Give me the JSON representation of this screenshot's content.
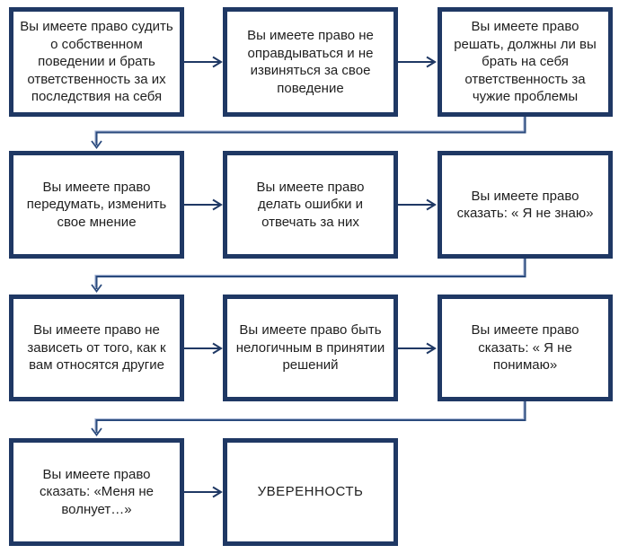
{
  "flowchart": {
    "boxes": [
      {
        "id": "r1b1",
        "text": "Вы имеете право судить о собственном поведении и брать ответственность за их последствия на себя"
      },
      {
        "id": "r1b2",
        "text": "Вы имеете право не оправдываться и не извиняться за свое поведение"
      },
      {
        "id": "r1b3",
        "text": "Вы имеете право решать, должны ли вы брать на себя ответственность за чужие проблемы"
      },
      {
        "id": "r2b1",
        "text": "Вы имеете право передумать, изменить свое мнение"
      },
      {
        "id": "r2b2",
        "text": "Вы имеете право делать ошибки и отвечать за них"
      },
      {
        "id": "r2b3",
        "text": "Вы имеете право сказать: « Я не знаю»"
      },
      {
        "id": "r3b1",
        "text": "Вы имеете право не зависеть от того, как к вам относятся другие"
      },
      {
        "id": "r3b2",
        "text": "Вы имеете право быть нелогичным в принятии решений"
      },
      {
        "id": "r3b3",
        "text": "Вы имеете право сказать: « Я не понимаю»"
      },
      {
        "id": "r4b1",
        "text": "Вы имеете право сказать: «Меня не волнует…»"
      },
      {
        "id": "r4b2",
        "text": "УВЕРЕННОСТЬ"
      }
    ],
    "colors": {
      "box_border": "#1F3864",
      "arrow": "#1F3864",
      "elbow_connector": "#2B4B7E",
      "elbow_highlight": "#A9B7D6",
      "text": "#1F1F1F",
      "background": "#FFFFFF"
    }
  }
}
